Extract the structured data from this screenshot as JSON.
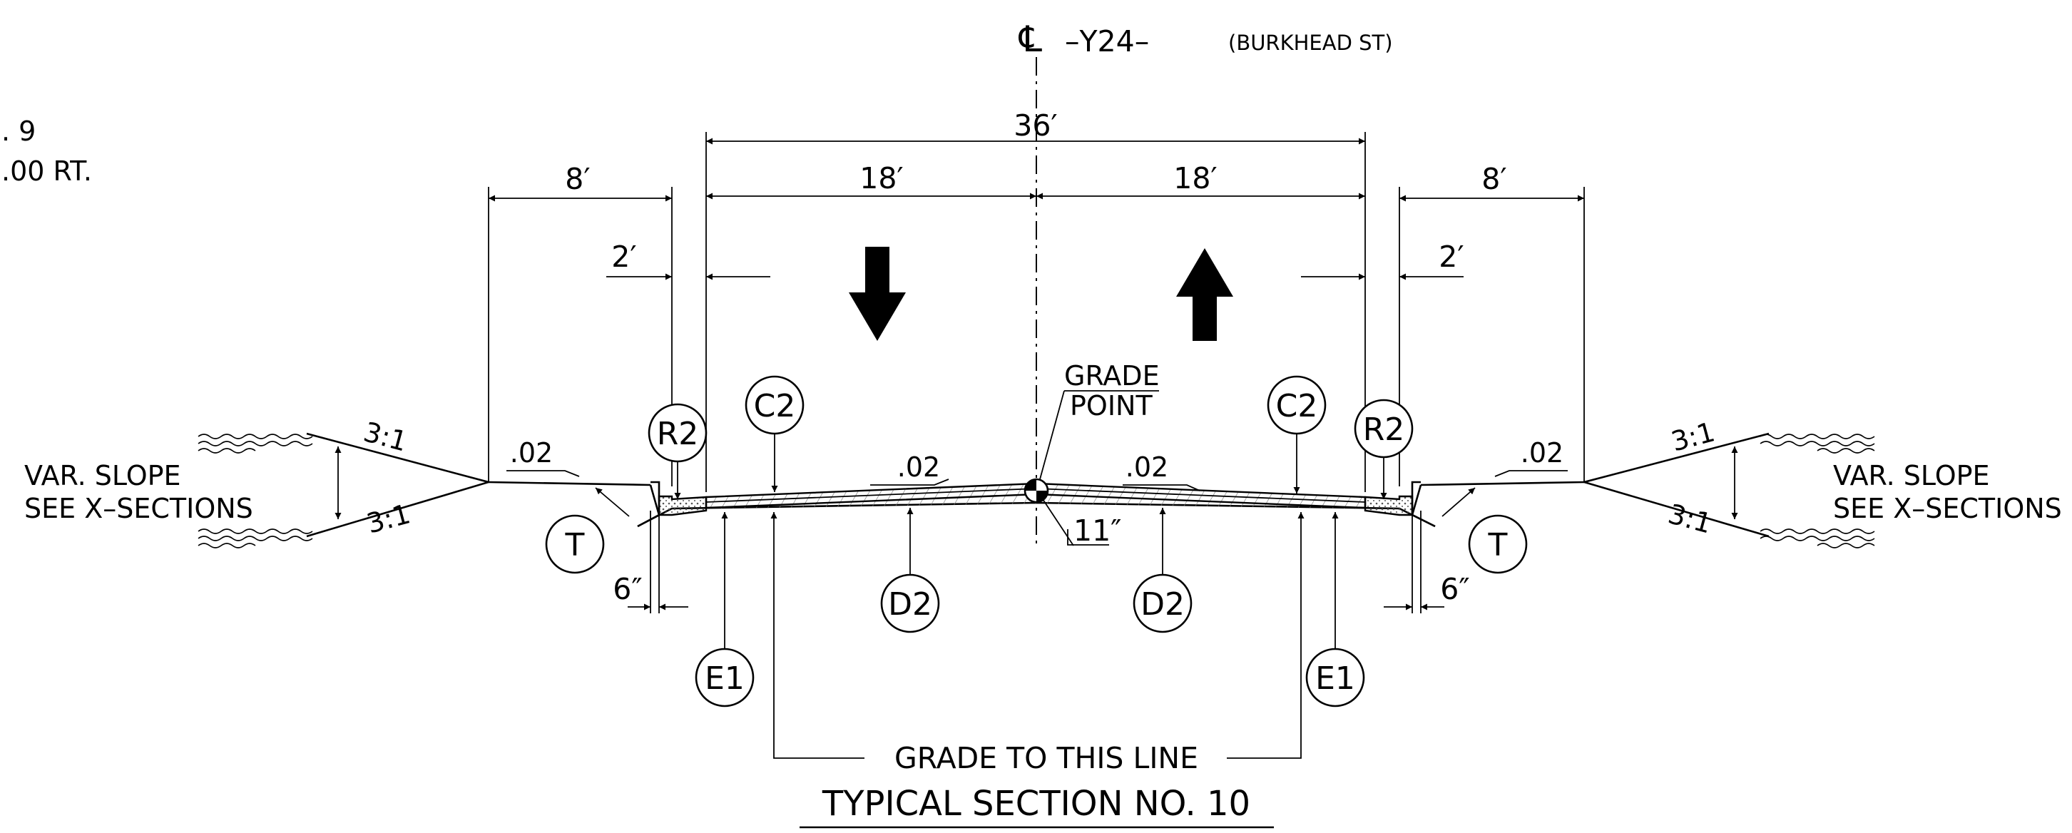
{
  "header": {
    "centerline_symbol": "℄",
    "alignment": "–Y24–",
    "street": "(BURKHEAD ST)"
  },
  "station_fragment": {
    "line1": ". 9",
    "line2": ".00 RT."
  },
  "dimensions": {
    "total_width": "36′",
    "lane_left": "18′",
    "lane_right": "18′",
    "berm_left": "8′",
    "berm_right": "8′",
    "gutter_left": "2′",
    "gutter_right": "2′",
    "curb_left": "6″",
    "curb_right": "6″",
    "depth": "11″"
  },
  "slopes": {
    "pavement_left": ".02",
    "pavement_right": ".02",
    "berm_left": ".02",
    "berm_right": ".02",
    "cut_left_upper": "3:1",
    "cut_left_lower": "3:1",
    "cut_right_upper": "3:1",
    "cut_right_lower": "3:1"
  },
  "notes": {
    "var_slope_left_1": "VAR. SLOPE",
    "var_slope_left_2": "SEE X–SECTIONS",
    "var_slope_right_1": "VAR. SLOPE",
    "var_slope_right_2": "SEE X–SECTIONS",
    "grade_point_1": "GRADE",
    "grade_point_2": "POINT",
    "grade_line": "GRADE TO THIS LINE"
  },
  "callouts": {
    "c2_left": "C2",
    "c2_right": "C2",
    "r2_left": "R2",
    "r2_right": "R2",
    "t_left": "T",
    "t_right": "T",
    "d2_left": "D2",
    "d2_right": "D2",
    "e1_left": "E1",
    "e1_right": "E1"
  },
  "title": "TYPICAL SECTION NO. 10"
}
